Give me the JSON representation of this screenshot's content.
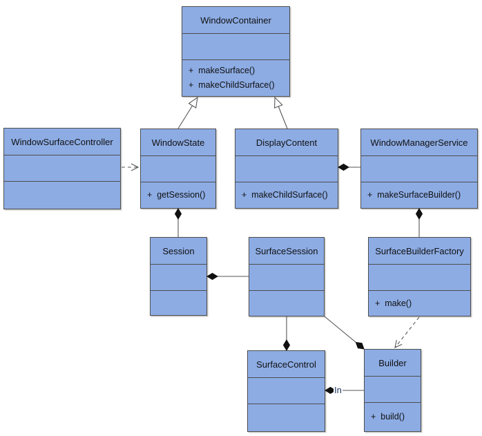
{
  "diagram": {
    "classes": {
      "window_container": {
        "name": "WindowContainer",
        "methods": [
          "+  makeSurface()",
          "+  makeChildSurface()"
        ]
      },
      "window_surface_controller": {
        "name": "WindowSurfaceController",
        "methods": []
      },
      "window_state": {
        "name": "WindowState",
        "methods": [
          "+  getSession()"
        ]
      },
      "display_content": {
        "name": "DisplayContent",
        "methods": [
          "+  makeChildSurface()"
        ]
      },
      "window_manager_service": {
        "name": "WindowManagerService",
        "methods": [
          "+  makeSurfaceBuilder()"
        ]
      },
      "session": {
        "name": "Session",
        "methods": []
      },
      "surface_session": {
        "name": "SurfaceSession",
        "methods": []
      },
      "surface_builder_factory": {
        "name": "SurfaceBuilderFactory",
        "methods": [
          "+  make()"
        ]
      },
      "surface_control": {
        "name": "SurfaceControl",
        "methods": []
      },
      "builder": {
        "name": "Builder",
        "methods": [
          "+  build()"
        ]
      }
    },
    "edge_labels": {
      "in": "In"
    },
    "colors": {
      "class_fill": "#8dace4",
      "class_border": "#4d4d4d",
      "connector": "#555555",
      "diamond": "#111111",
      "in_label_color": "#1f3864"
    }
  }
}
